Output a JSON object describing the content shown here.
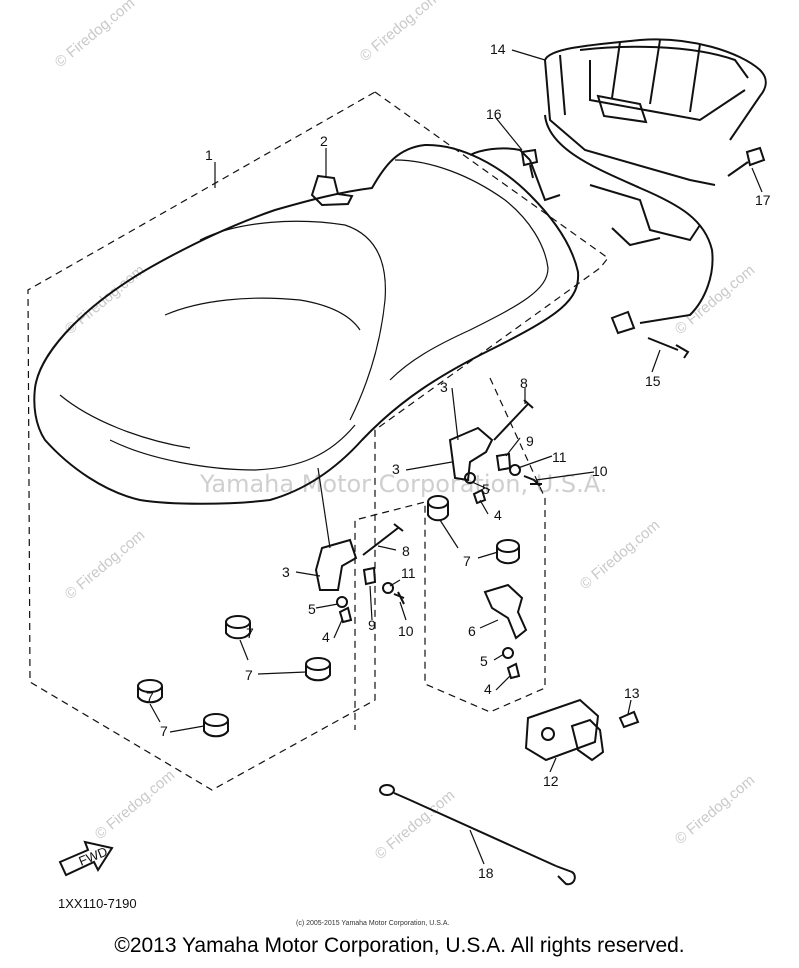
{
  "diagram": {
    "part_labels": [
      "1",
      "2",
      "3",
      "3",
      "3",
      "4",
      "4",
      "4",
      "5",
      "5",
      "5",
      "6",
      "7",
      "7",
      "7",
      "7",
      "7",
      "8",
      "8",
      "9",
      "9",
      "10",
      "10",
      "11",
      "11",
      "12",
      "13",
      "14",
      "15",
      "16",
      "17",
      "18"
    ],
    "diagram_code": "1XX110-7190",
    "direction_tag": "FWD",
    "small_copyright": "(c) 2005-2015 Yamaha Motor Corporation, U.S.A.",
    "watermark_site": "Firedog.com",
    "watermark_center": "Yamaha Motor Corporation, U.S.A."
  },
  "footer": {
    "copyright": "©2013 Yamaha Motor Corporation, U.S.A. All rights reserved."
  }
}
